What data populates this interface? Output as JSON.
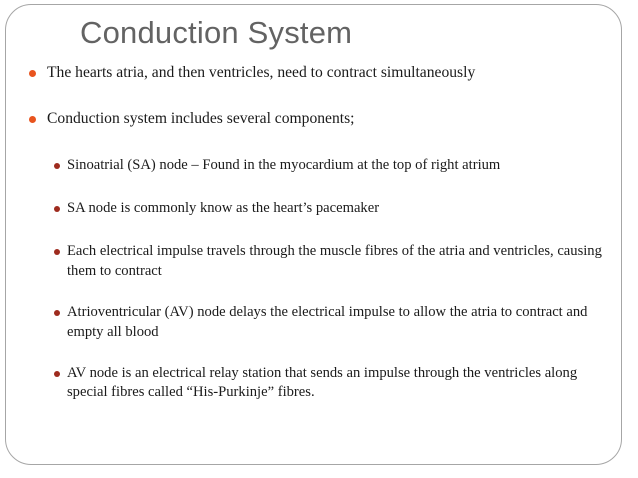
{
  "slide": {
    "title": "Conduction System",
    "background_color": "#ffffff",
    "border_color": "#a6a6a6",
    "title_color": "#636363",
    "body_text_color": "#1a1a1a",
    "level1_bullet_color": "#E8541E",
    "level2_bullet_color": "#9E2B1E",
    "bullets": [
      {
        "level": 1,
        "text": "The hearts atria, and then ventricles, need to contract simultaneously"
      },
      {
        "level": 1,
        "text": "Conduction system includes several components;"
      },
      {
        "level": 2,
        "text": "Sinoatrial (SA) node – Found in the myocardium at the top of right atrium"
      },
      {
        "level": 2,
        "text": " SA node is commonly know as the heart’s pacemaker"
      },
      {
        "level": 2,
        "text": "Each electrical impulse travels through the muscle fibres of the atria and ventricles, causing them to contract"
      },
      {
        "level": 2,
        "text": "Atrioventricular (AV) node delays the electrical impulse to allow the atria to contract and empty all blood"
      },
      {
        "level": 2,
        "text": "AV node is an electrical relay station that sends an impulse through the ventricles along special fibres called  “His-Purkinje” fibres."
      }
    ]
  }
}
